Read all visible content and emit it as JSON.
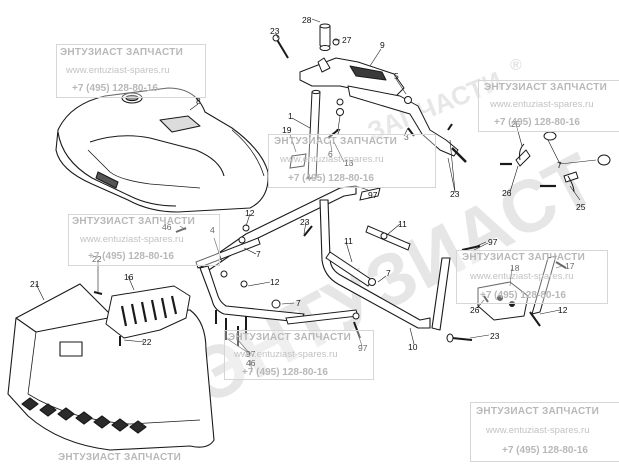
{
  "watermark": {
    "title": "ЭНТУЗИАСТ ЗАПЧАСТИ",
    "url": "www.entuziast-spares.ru",
    "phone": "+7 (495) 128-80-16",
    "big_text": "ЭНТУЗИАСТ",
    "big_text_arc": "ЗАПЧАСТИ",
    "registered_mark": "®"
  },
  "callouts": {
    "c28": "28",
    "c27": "27",
    "c23a": "23",
    "c9": "9",
    "c5": "5",
    "c8": "8",
    "c1": "1",
    "c19": "19",
    "c7a": "7",
    "c3": "3",
    "c6": "6",
    "c13": "13",
    "c23b": "23",
    "c25a": "25",
    "c7b": "7",
    "c26a": "26",
    "c25b": "25",
    "c97a": "97",
    "c12a": "12",
    "c46a": "46",
    "c4": "4",
    "c7c": "7",
    "c23c": "23",
    "c11a": "11",
    "c11b": "11",
    "c7d": "7",
    "c97b": "97",
    "c22a": "22",
    "c16": "16",
    "c21": "21",
    "c12b": "12",
    "c7e": "7",
    "c18": "18",
    "c17": "17",
    "c26b": "26",
    "c12c": "12",
    "c23d": "23",
    "c10": "10",
    "c97c": "97",
    "c22b": "22",
    "c97d": "97",
    "c46b": "46"
  },
  "colors": {
    "line": "#1a1a1a",
    "part_fill": "#ffffff",
    "shade": "#2b2b2b",
    "watermark": "#c4c4c4"
  }
}
